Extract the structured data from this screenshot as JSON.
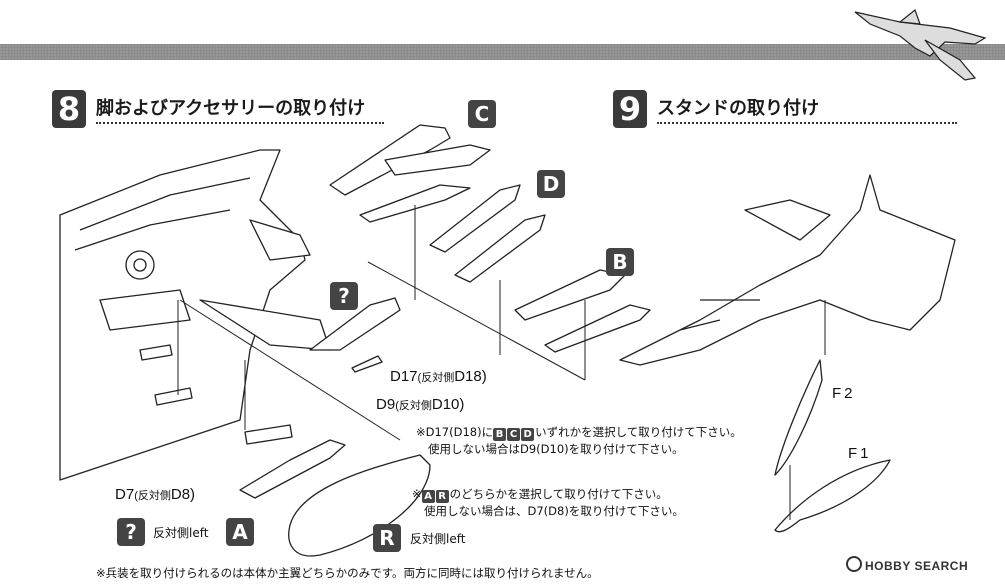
{
  "step8": {
    "number": "8",
    "title": "脚およびアクセサリーの取り付け"
  },
  "step9": {
    "number": "9",
    "title": "スタンドの取り付け"
  },
  "tags": {
    "c": "C",
    "d": "D",
    "b": "B",
    "question_top": "?",
    "question_bottom": "?",
    "a": "A",
    "r": "R"
  },
  "parts": {
    "d17": "D17",
    "d17_side": "(反対側",
    "d17_alt": "D18)",
    "d9": "D9",
    "d9_side": "(反対側",
    "d9_alt": "D10)",
    "d7": "D7",
    "d7_side": "(反対側",
    "d7_alt": "D8)",
    "f2": "F2",
    "f1": "F1"
  },
  "labels": {
    "a_side": "反対側left",
    "r_side": "反対側left"
  },
  "notes": {
    "note1_prefix": "※D17(D18)に",
    "note1_boxes": [
      "B",
      "C",
      "D"
    ],
    "note1_suffix": "いずれかを選択して取り付けて下さい。",
    "note1_line2": "使用しない場合はD9(D10)を取り付けて下さい。",
    "note2_prefix": "※",
    "note2_boxes": [
      "A",
      "R"
    ],
    "note2_suffix": "のどちらかを選択して取り付けて下さい。",
    "note2_line2": "使用しない場合は、D7(D8)を取り付けて下さい。",
    "footer": "※兵装を取り付けられるのは本体か主翼どちらかのみです。両方に同時には取り付けられません。"
  },
  "watermark": {
    "brand": "HOBBY SEARCH"
  }
}
